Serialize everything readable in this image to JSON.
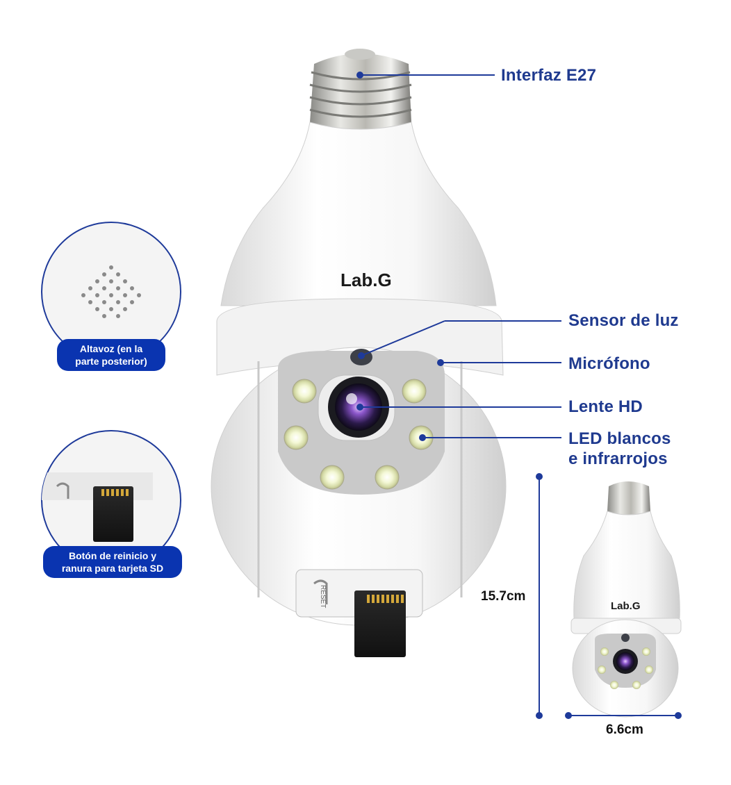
{
  "brand_logo": "Lab.G",
  "callouts": {
    "interface": "Interfaz E27",
    "light_sensor": "Sensor de luz",
    "microphone": "Micrófono",
    "lens": "Lente HD",
    "leds_line1": "LED blancos",
    "leds_line2": "e infrarrojos"
  },
  "badges": {
    "speaker_line1": "Altavoz (en la",
    "speaker_line2": "parte posterior)",
    "reset_line1": "Botón de reinicio y",
    "reset_line2": "ranura para tarjeta SD"
  },
  "slot_label": "RESET",
  "dimensions": {
    "height": "15.7cm",
    "width": "6.6cm"
  },
  "colors": {
    "callout_text": "#1f3a8f",
    "badge_bg": "#0a34b0",
    "leader_line": "#1e3a9a"
  }
}
